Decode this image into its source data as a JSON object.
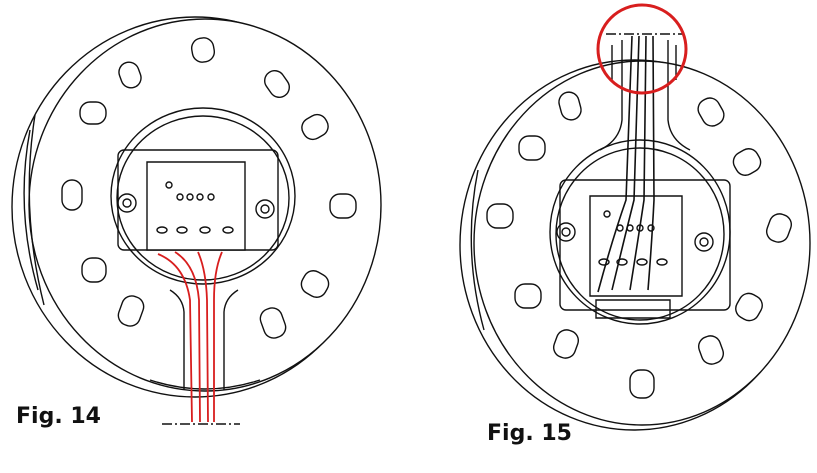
{
  "figures": [
    {
      "id": "fig14",
      "caption": "Fig. 14"
    },
    {
      "id": "fig15",
      "caption": "Fig. 15"
    }
  ],
  "colors": {
    "line": "#111111",
    "wire_fig14": "#d81e1e",
    "highlight_circle": "#d81e1e",
    "background": "#ffffff"
  }
}
